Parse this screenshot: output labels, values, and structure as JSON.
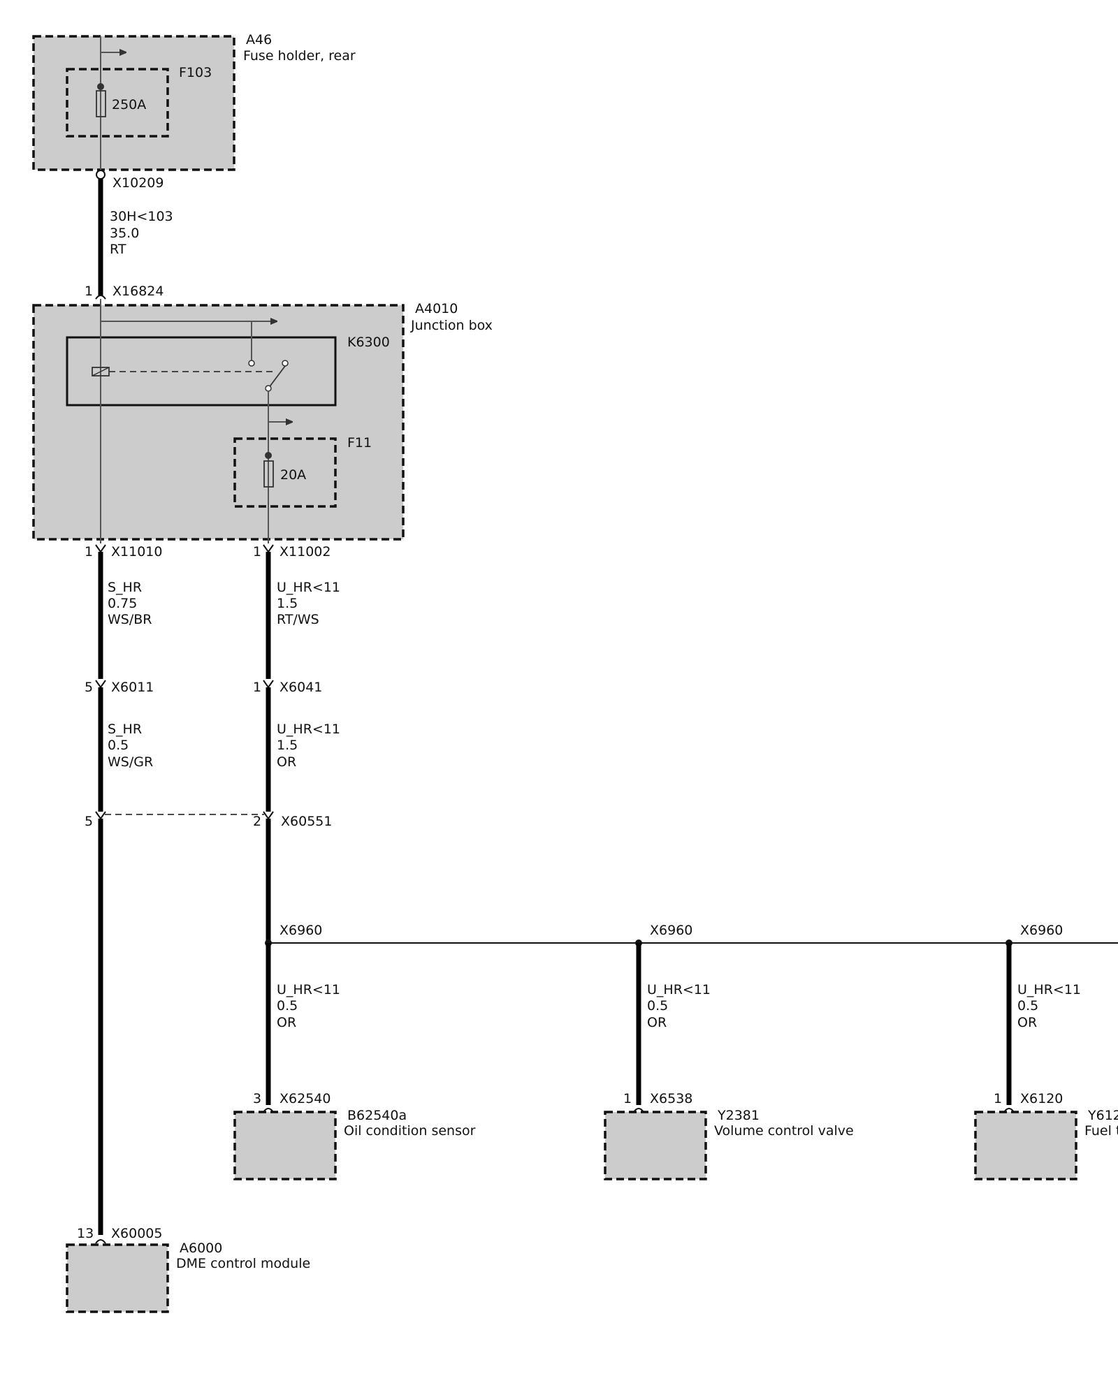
{
  "components": {
    "a46": {
      "id": "A46",
      "name": "Fuse holder, rear"
    },
    "f103": {
      "id": "F103",
      "rating": "250A"
    },
    "a4010": {
      "id": "A4010",
      "name": "Junction box"
    },
    "k6300": {
      "id": "K6300"
    },
    "f11": {
      "id": "F11",
      "rating": "20A"
    },
    "b62540a": {
      "id": "B62540a",
      "name": "Oil condition sensor"
    },
    "y2381": {
      "id": "Y2381",
      "name": "Volume control valve"
    },
    "y612": {
      "id": "Y612",
      "name": "Fuel t"
    },
    "a6000": {
      "id": "A6000",
      "name": "DME control module"
    }
  },
  "connectors": {
    "x10209": {
      "id": "X10209"
    },
    "x16824": {
      "id": "X16824",
      "pin": "1"
    },
    "x11010": {
      "id": "X11010",
      "pin": "1"
    },
    "x11002": {
      "id": "X11002",
      "pin": "1"
    },
    "x6011": {
      "id": "X6011",
      "pin": "5"
    },
    "x6041": {
      "id": "X6041",
      "pin": "1"
    },
    "x60551": {
      "id": "X60551",
      "pin_left": "5",
      "pin_right": "2"
    },
    "splice1": {
      "id": "X6960"
    },
    "splice2": {
      "id": "X6960"
    },
    "splice3": {
      "id": "X6960"
    },
    "x62540": {
      "id": "X62540",
      "pin": "3"
    },
    "x6538": {
      "id": "X6538",
      "pin": "1"
    },
    "x6120": {
      "id": "X6120",
      "pin": "1"
    },
    "x60005": {
      "id": "X60005",
      "pin": "13"
    }
  },
  "wires": {
    "w1": {
      "signal": "30H<103",
      "size": "35.0",
      "color": "RT"
    },
    "w2": {
      "signal": "S_HR",
      "size": "0.75",
      "color": "WS/BR"
    },
    "w3": {
      "signal": "U_HR<11",
      "size": "1.5",
      "color": "RT/WS"
    },
    "w4": {
      "signal": "S_HR",
      "size": "0.5",
      "color": "WS/GR"
    },
    "w5": {
      "signal": "U_HR<11",
      "size": "1.5",
      "color": "OR"
    },
    "w6": {
      "signal": "U_HR<11",
      "size": "0.5",
      "color": "OR"
    },
    "w7": {
      "signal": "U_HR<11",
      "size": "0.5",
      "color": "OR"
    },
    "w8": {
      "signal": "U_HR<11",
      "size": "0.5",
      "color": "OR"
    }
  }
}
